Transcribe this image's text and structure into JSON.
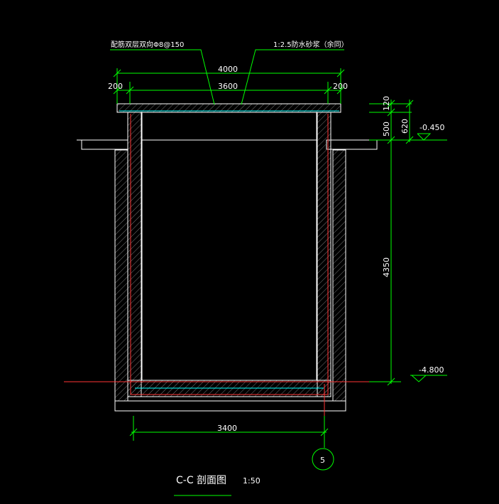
{
  "drawing": {
    "title": "C-C 剖面图",
    "scale": "1:50",
    "note_left": "配筋双层双向Φ8@150",
    "note_right": "1:2.5防水砂浆（余同）",
    "dim_4000": "4000",
    "dim_3600": "3600",
    "dim_200_left": "200",
    "dim_200_right": "200",
    "dim_120": "120",
    "dim_500": "500",
    "dim_620": "620",
    "dim_4350": "4350",
    "dim_3400": "3400",
    "elev_top": "-0.450",
    "elev_bottom": "-4.800",
    "axis_label": "5"
  },
  "colors": {
    "background": "#000000",
    "line": "#ffffff",
    "dimension": "#00ff00",
    "section": "#ff3333",
    "hatch": "#888888",
    "inner": "#00ffff"
  }
}
